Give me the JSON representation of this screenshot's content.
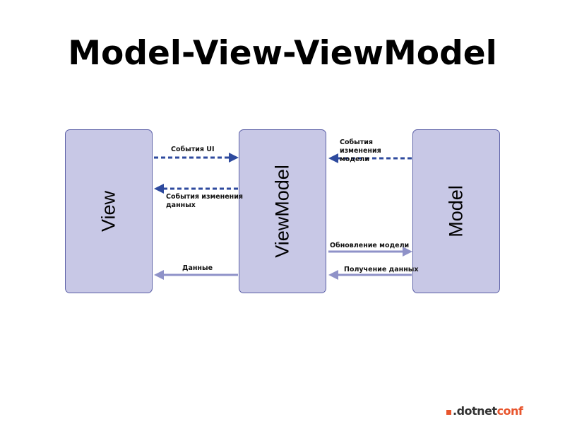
{
  "title": "Model-View-ViewModel",
  "boxes": {
    "view": "View",
    "viewmodel": "ViewModel",
    "model": "Model"
  },
  "arrows": {
    "ui_events": "События UI",
    "data_change_events_line1": "События изменения",
    "data_change_events_line2": "данных",
    "model_change_events": "События изменения модели",
    "model_update": "Обновление модели",
    "data": "Данные",
    "data_retrieval": "Получение данных"
  },
  "colors": {
    "box_fill": "#c8c8e6",
    "box_border": "#5b5fa6",
    "dashed_arrow": "#2e4a9e",
    "solid_arrow": "#8f92c8",
    "brand_accent": "#e8552d"
  },
  "brand": {
    "dot": ".",
    "part1": "dotnet",
    "part2": "conf"
  }
}
